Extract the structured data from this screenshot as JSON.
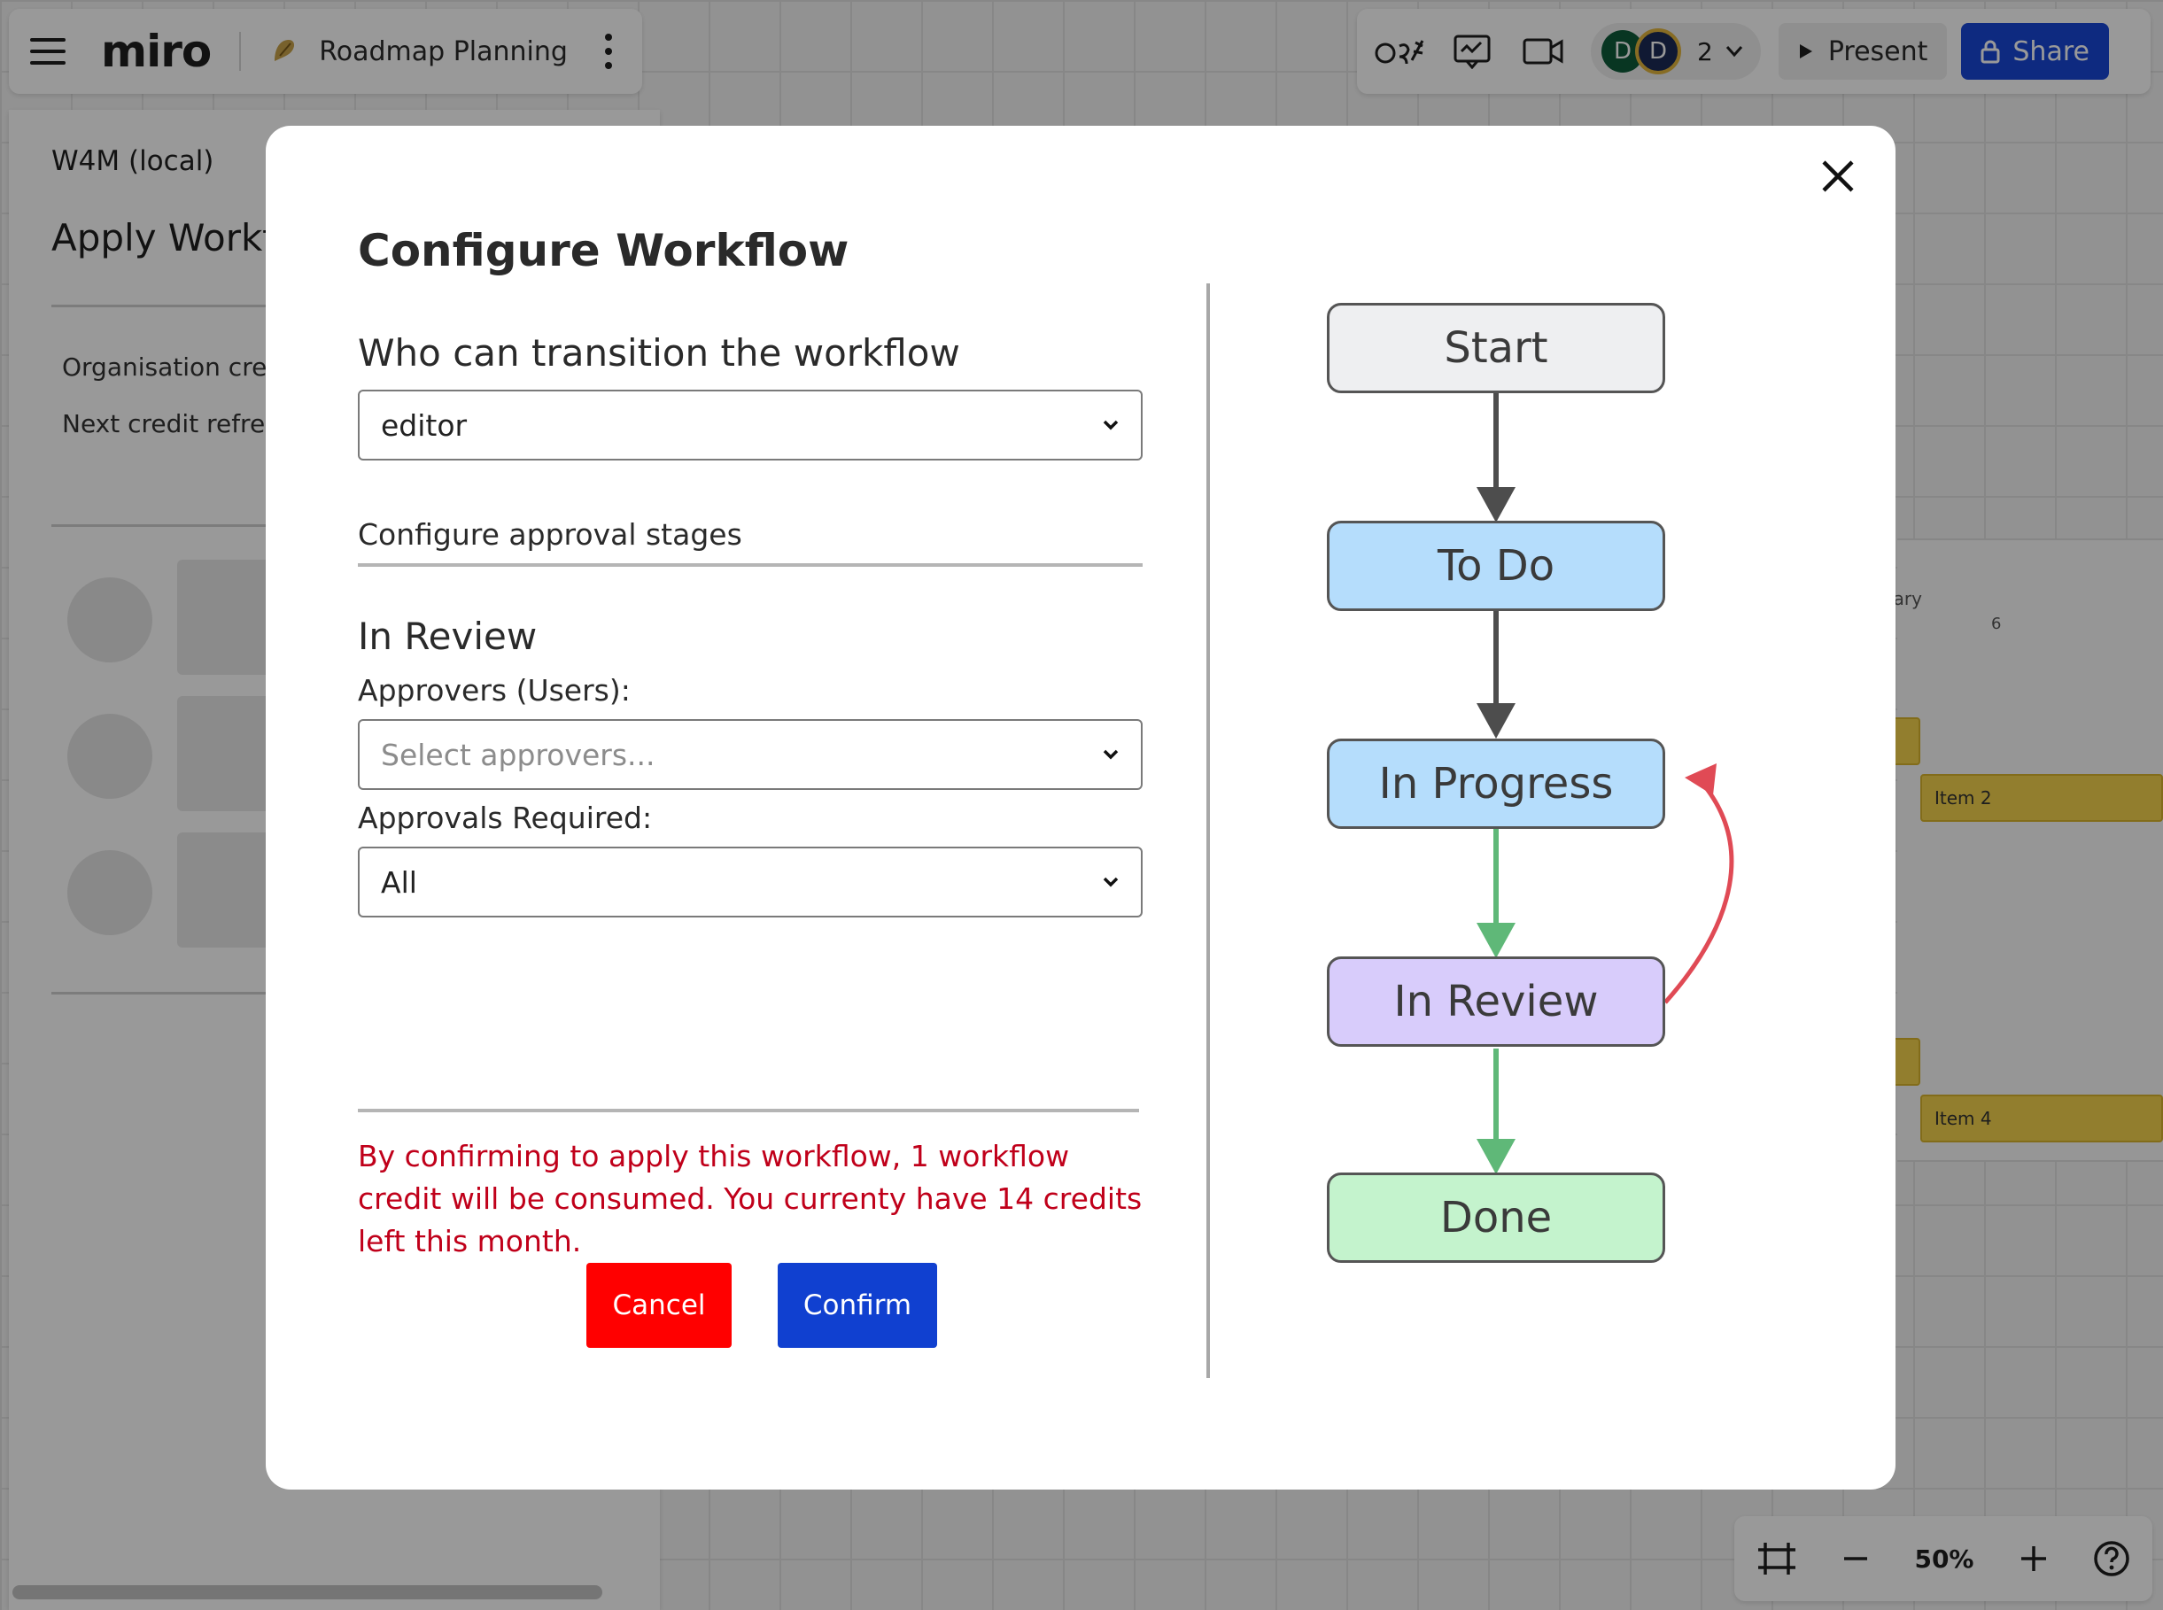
{
  "app": {
    "logo": "miro",
    "board_name": "Roadmap Planning",
    "avatars": [
      "D",
      "D"
    ],
    "user_count": "2",
    "present_label": "Present",
    "share_label": "Share",
    "zoom": "50%"
  },
  "side_panel": {
    "title": "W4M (local)",
    "heading": "Apply Workfl",
    "line1": "Organisation cred",
    "line2": "Next credit refres"
  },
  "timeline": {
    "month": "uary",
    "day": "6",
    "items": [
      "Item 2",
      "Item 4"
    ]
  },
  "modal": {
    "title": "Configure Workflow",
    "who_label": "Who can transition the workflow",
    "who_value": "editor",
    "approval_stages_label": "Configure approval stages",
    "stage_name": "In Review",
    "approvers_label": "Approvers (Users):",
    "approvers_placeholder": "Select approvers...",
    "approvals_required_label": "Approvals Required:",
    "approvals_required_value": "All",
    "notice": "By confirming to apply this workflow, 1 workflow credit will be consumed. You currenty have 14 credits left this month.",
    "cancel_label": "Cancel",
    "confirm_label": "Confirm"
  },
  "flow": {
    "nodes": [
      {
        "label": "Start",
        "color": "#eeeff1"
      },
      {
        "label": "To Do",
        "color": "#b5ddfc"
      },
      {
        "label": "In Progress",
        "color": "#b5ddfc"
      },
      {
        "label": "In Review",
        "color": "#d8ccfb"
      },
      {
        "label": "Done",
        "color": "#c4f3cd"
      }
    ],
    "colors": {
      "default_arrow": "#4d4d4d",
      "review_arrow": "#5fb878",
      "reject_arrow": "#e04a55"
    }
  },
  "colors": {
    "share": "#1847d6",
    "cancel": "#ff0000",
    "confirm": "#1040d0",
    "notice": "#c0001a"
  }
}
